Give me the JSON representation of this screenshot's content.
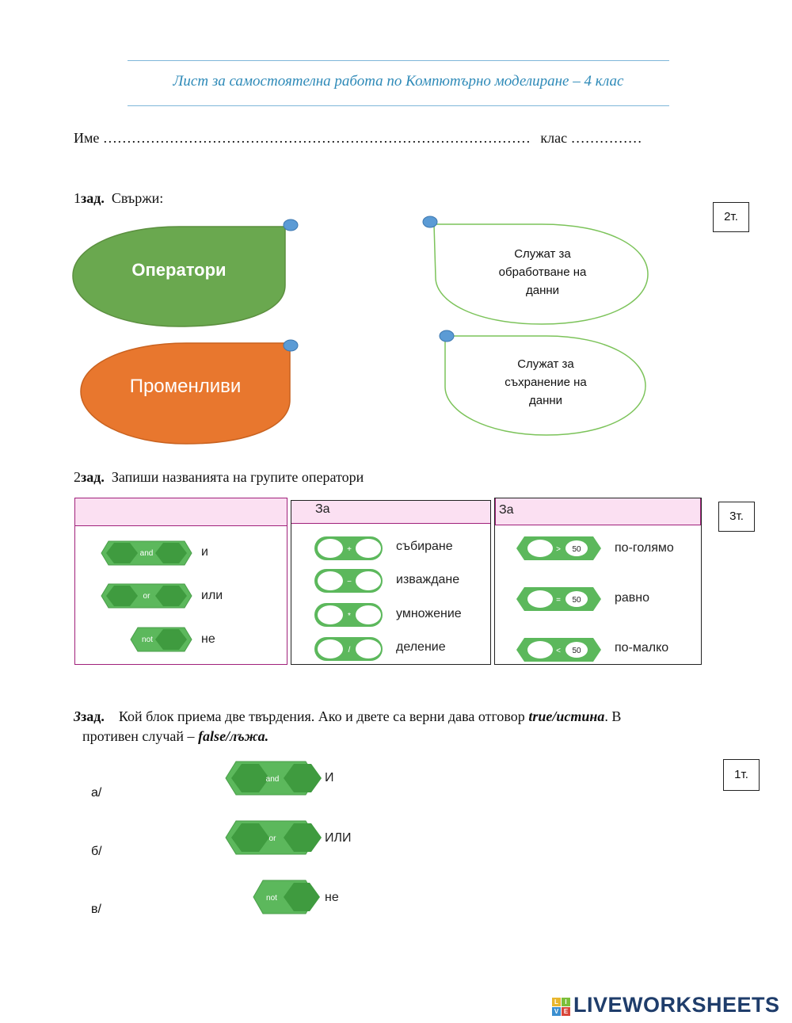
{
  "header": {
    "title": "Лист за самостоятелна работа по Компютърно моделиране – 4 клас"
  },
  "student": {
    "name_label": "Име",
    "name_dots": "………………………………………………………………………………",
    "class_label": "клас",
    "class_dots": "……………"
  },
  "task1": {
    "number": "1",
    "label": "зад.",
    "text": "Свържи:",
    "points": "2т.",
    "left_items": [
      "Оператори",
      "Променливи"
    ],
    "right_items": [
      "Служат за\nобработване на\nданни",
      "Служат за\nсъхранение на\nданни"
    ]
  },
  "task2": {
    "number": "2",
    "label": "зад.",
    "text": "Запиши названията на групите оператори",
    "points": "3т.",
    "box1": {
      "header": "",
      "rows": [
        {
          "block": "and",
          "label": "и"
        },
        {
          "block": "or",
          "label": "или"
        },
        {
          "block": "not",
          "label": "не"
        }
      ]
    },
    "box2": {
      "header": "За",
      "rows": [
        {
          "sign": "+",
          "label": "събиране"
        },
        {
          "sign": "−",
          "label": "изваждане"
        },
        {
          "sign": "*",
          "label": "умножение"
        },
        {
          "sign": "/",
          "label": "деление"
        }
      ]
    },
    "box3": {
      "header": "За",
      "rows": [
        {
          "sign": ">",
          "value": "50",
          "label": "по-голямо"
        },
        {
          "sign": "=",
          "value": "50",
          "label": "равно"
        },
        {
          "sign": "<",
          "value": "50",
          "label": "по-малко"
        }
      ]
    }
  },
  "task3": {
    "number": "3",
    "label": "зад.",
    "text_part1": "Кой блок приема две твърдения. Ако и двете са верни дава отговор",
    "text_bold1": "true/истина",
    "text_part2": ". В",
    "text_line2": "противен случай –",
    "text_bold2": "false/лъжа.",
    "points": "1т.",
    "options": [
      {
        "letter": "а/",
        "block": "and",
        "label": "И"
      },
      {
        "letter": "б/",
        "block": "or",
        "label": "ИЛИ"
      },
      {
        "letter": "в/",
        "block": "not",
        "label": "не"
      }
    ]
  },
  "footer": {
    "brand": "LIVEWORKSHEETS",
    "logo_letters": [
      "L",
      "I",
      "V",
      "E"
    ]
  },
  "colors": {
    "accent_blue": "#2e8ab8",
    "green_dark": "#5b9a3c",
    "orange": "#e8772e",
    "block_green": "#5cb85c",
    "pink_header": "#fbe0f2",
    "magenta_border": "#a0207a"
  }
}
